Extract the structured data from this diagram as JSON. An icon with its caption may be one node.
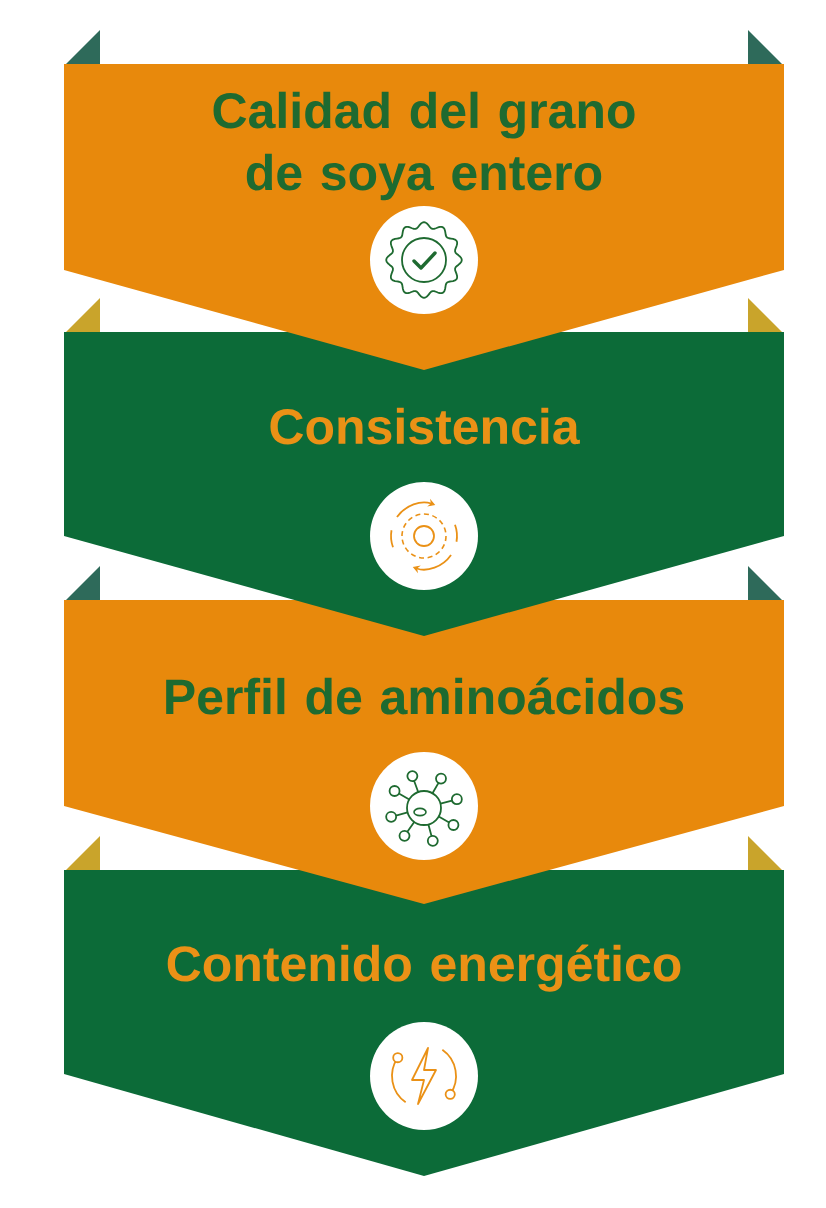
{
  "diagram": {
    "nodes": [
      {
        "text": [
          "Calidad del grano de soya entero"
        ]
      },
      {
        "text": [
          "Consistencia"
        ]
      },
      {
        "text": [
          "Perfil de aminoácidos"
        ]
      },
      {
        "text": [
          "Contenido energético"
        ]
      }
    ]
  }
}
